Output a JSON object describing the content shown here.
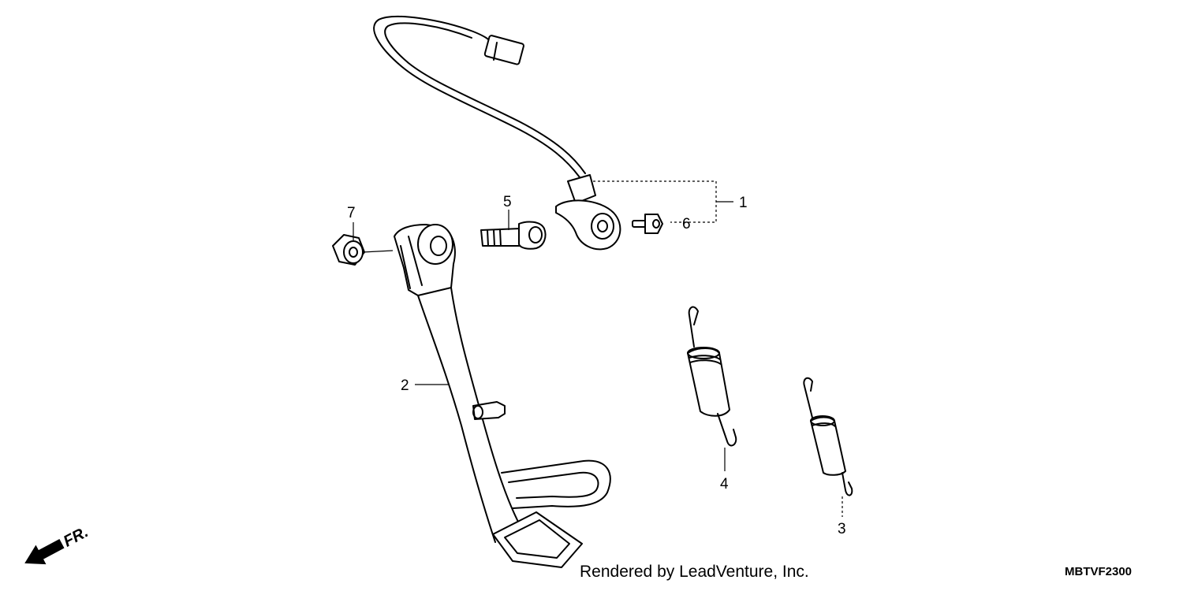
{
  "callouts": [
    {
      "id": "1",
      "label": "1"
    },
    {
      "id": "2",
      "label": "2"
    },
    {
      "id": "3",
      "label": "3"
    },
    {
      "id": "4",
      "label": "4"
    },
    {
      "id": "5",
      "label": "5"
    },
    {
      "id": "6",
      "label": "6"
    },
    {
      "id": "7",
      "label": "7"
    }
  ],
  "direction_label": "FR.",
  "credit": "Rendered by LeadVenture, Inc.",
  "diagram_code": "MBTVF2300"
}
